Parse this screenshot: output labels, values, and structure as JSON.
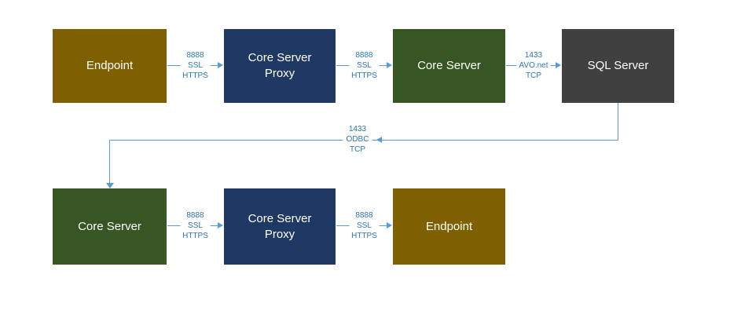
{
  "page": {
    "background": "#FFFFFF"
  },
  "diagram": {
    "line_color": "#5B9BD5",
    "label_color": "#2E75B6",
    "nodes": {
      "endpoint_top": {
        "label": "Endpoint",
        "color": "#7F6000"
      },
      "proxy_top": {
        "label": "Core Server Proxy",
        "color": "#1F3864"
      },
      "core_top": {
        "label": "Core Server",
        "color": "#375623"
      },
      "sql": {
        "label": "SQL Server",
        "color": "#404040"
      },
      "core_bottom": {
        "label": "Core Server",
        "color": "#375623"
      },
      "proxy_bottom": {
        "label": "Core Server Proxy",
        "color": "#1F3864"
      },
      "endpoint_bottom": {
        "label": "Endpoint",
        "color": "#7F6000"
      }
    },
    "edges": {
      "endpoint_to_proxy_top": {
        "lines": [
          "8888",
          "SSL",
          "HTTPS"
        ]
      },
      "proxy_to_core_top": {
        "lines": [
          "8888",
          "SSL",
          "HTTPS"
        ]
      },
      "core_to_sql": {
        "lines": [
          "1433",
          "AVO.net",
          "TCP"
        ]
      },
      "sql_to_core_bottom": {
        "lines": [
          "1433",
          "ODBC",
          "TCP"
        ]
      },
      "core_to_proxy_bottom": {
        "lines": [
          "8888",
          "SSL",
          "HTTPS"
        ]
      },
      "proxy_to_endpoint_bottom": {
        "lines": [
          "8888",
          "SSL",
          "HTTPS"
        ]
      }
    }
  }
}
